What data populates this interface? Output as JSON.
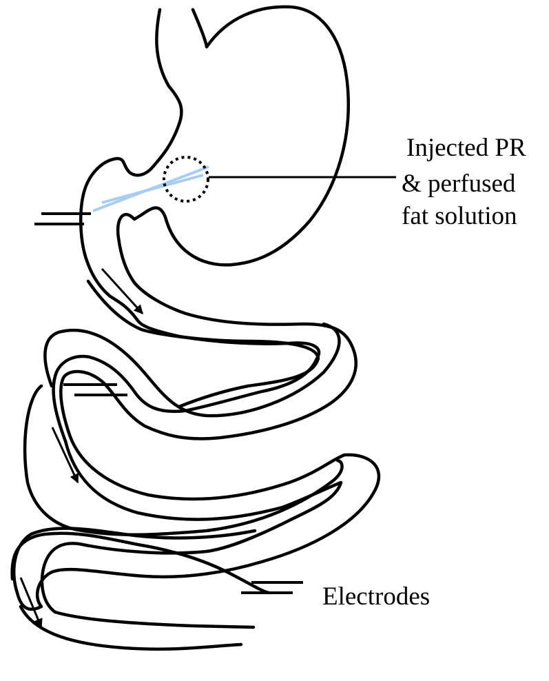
{
  "diagram": {
    "labels": {
      "injection_line1": "Injected PR",
      "injection_line2": "& perfused",
      "injection_line3": "fat solution",
      "electrodes": "Electrodes"
    },
    "colors": {
      "outline": "#000000",
      "tube": "#a9cdf0",
      "background": "#ffffff"
    }
  }
}
